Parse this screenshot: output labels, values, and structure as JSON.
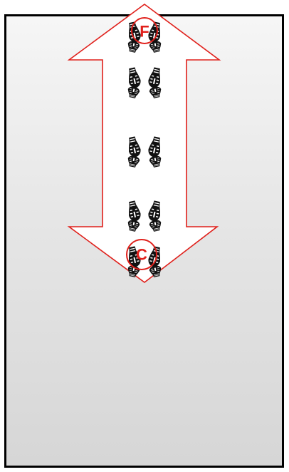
{
  "diagram": {
    "arrow_color": "#e0201b",
    "arrow_fill": "#ffffff",
    "panel_border_color": "#000000",
    "footprint_color": "#111111",
    "top_marker": {
      "label": "F",
      "icon": "circle-marker-icon"
    },
    "bottom_marker": {
      "label": "C",
      "icon": "circle-marker-icon"
    },
    "footprint_icon": "shoe-print-icon",
    "footprint_pairs": 5
  }
}
